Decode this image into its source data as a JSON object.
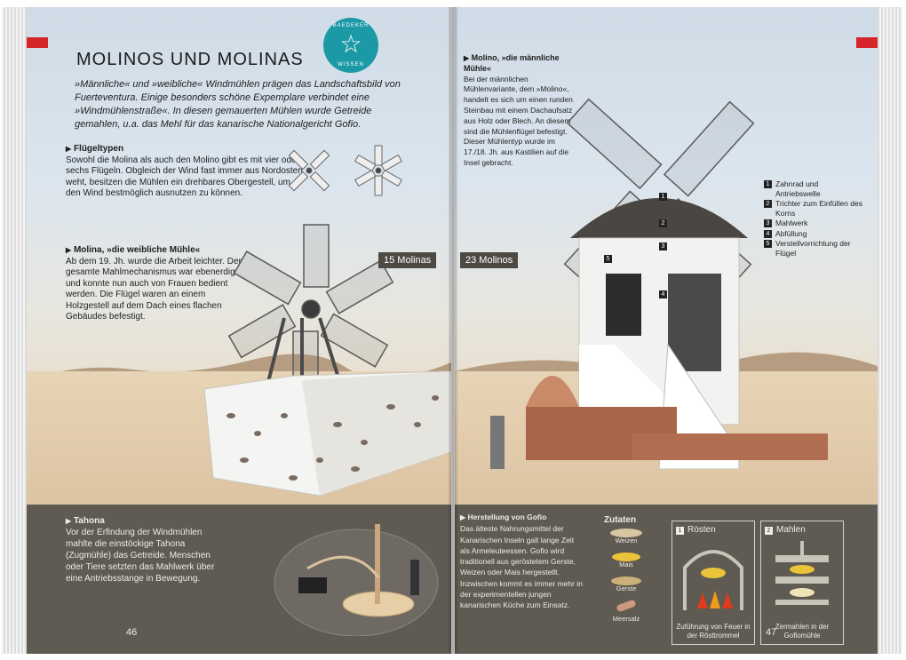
{
  "left": {
    "title": "MOLINOS UND MOLINAS",
    "badge_top": "BAEDEKER",
    "badge_bottom": "WISSEN",
    "intro": "»Männliche« und »weibliche« Windmühlen prägen das Landschaftsbild von Fuerteventura. Einige besonders schöne Expemplare verbindet eine »Windmühlenstraße«. In diesen gemauerten Mühlen wurde Getreide gemahlen, u.a. das Mehl für das kanarische Nationalgericht Gofio.",
    "fluegel_heading": "Flügeltypen",
    "fluegel_text": "Sowohl die Molina als auch den Molino gibt es mit vier oder sechs Flügeln. Obgleich der Wind fast immer aus Nordosten weht, besitzen die Mühlen ein drehbares Obergestell, um den Wind bestmöglich ausnutzen zu können.",
    "molina_heading": "Molina, »die weibliche Mühle«",
    "molina_text": "Ab dem 19. Jh. wurde die Arbeit leichter. Der gesamte Mahlmechanismus war ebenerdig und konnte nun auch von Frauen bedient werden. Die Flügel waren an einem Holzgestell auf dem Dach eines flachen Gebäudes befestigt.",
    "count_label": "15 Molinas",
    "tahona_heading": "Tahona",
    "tahona_text": "Vor der Erfindung der Windmühlen mahlte die einstöckige Tahona (Zugmühle) das Getreide. Menschen oder Tiere setzten das Mahlwerk über eine Antriebsstange in Bewegung.",
    "page_number": "46"
  },
  "right": {
    "molino_heading": "Molino, »die männliche Mühle«",
    "molino_text": "Bei der männlichen Mühlenvariante, dem »Molino«, handelt es sich um einen runden Steinbau mit einem Dachaufsatz aus Holz oder Blech. An diesem sind die Mühlenflügel befestigt. Dieser Mühlentyp wurde im 17./18. Jh. aus Kastilien auf die Insel gebracht.",
    "count_label": "23 Molinos",
    "legend": [
      {
        "num": "1",
        "text": "Zahnrad und Antriebswelle"
      },
      {
        "num": "2",
        "text": "Trichter zum Einfüllen des Korns"
      },
      {
        "num": "3",
        "text": "Mahlwerk"
      },
      {
        "num": "4",
        "text": "Abfüllung"
      },
      {
        "num": "5",
        "text": "Verstellvorrichtung der Flügel"
      }
    ],
    "gofio_heading": "Herstellung von Gofio",
    "gofio_text": "Das älteste Nahrungsmittel der Kanarischen Inseln galt lange Zeit als Armeleuteessen. Gofio wird traditionell aus geröstetem Gerste, Weizen oder Mais hergestellt. Inzwischen kommt es immer mehr in der experimentellen jungen kanarischen Küche zum Einsatz.",
    "zutaten_heading": "Zutaten",
    "zutaten": [
      "Weizen",
      "Mais",
      "Gerste",
      "Meersalz"
    ],
    "step1_num": "1",
    "step1_title": "Rösten",
    "step1_caption": "Zuführung von Feuer in der Rösttrommel",
    "step2_num": "2",
    "step2_title": "Mahlen",
    "step2_caption": "Zermahlen in der Gofiomühle",
    "page_number": "47"
  },
  "colors": {
    "accent_red": "#d5242a",
    "badge_teal": "#1b9aa6",
    "dark_band": "#5f5a52"
  }
}
